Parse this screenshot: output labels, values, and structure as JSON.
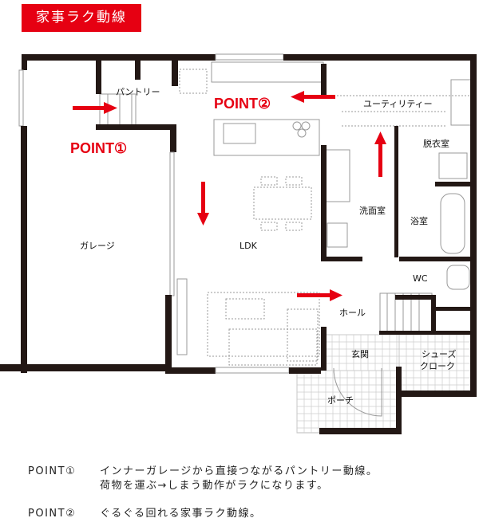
{
  "title": "家事ラク動線",
  "rooms": {
    "pantry": "パントリー",
    "garage": "ガレージ",
    "ldk": "LDK",
    "utility": "ユーティリティー",
    "dressing": "脱衣室",
    "washroom": "洗面室",
    "bath": "浴室",
    "wc": "WC",
    "hall": "ホール",
    "entrance": "玄関",
    "shoe_cloak_line1": "シューズ",
    "shoe_cloak_line2": "クローク",
    "porch": "ポーチ"
  },
  "points": {
    "p1": "POINT①",
    "p2": "POINT②"
  },
  "notes": [
    {
      "key": "POINT①",
      "lines": [
        "インナーガレージから直接つながるパントリー動線。",
        "荷物を運ぶ→しまう動作がラクになります。"
      ]
    },
    {
      "key": "POINT②",
      "lines": [
        "ぐるぐる回れる家事ラク動線。"
      ]
    }
  ],
  "colors": {
    "accent": "#e60012",
    "wall": "#231815"
  }
}
